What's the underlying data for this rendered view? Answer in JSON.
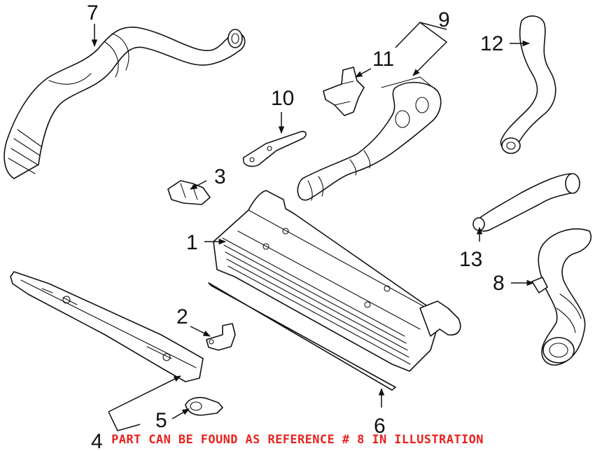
{
  "callouts": [
    {
      "id": "1",
      "label": "1"
    },
    {
      "id": "2",
      "label": "2"
    },
    {
      "id": "3",
      "label": "3"
    },
    {
      "id": "4",
      "label": "4"
    },
    {
      "id": "5",
      "label": "5"
    },
    {
      "id": "6",
      "label": "6"
    },
    {
      "id": "7",
      "label": "7"
    },
    {
      "id": "8",
      "label": "8"
    },
    {
      "id": "9",
      "label": "9"
    },
    {
      "id": "10",
      "label": "10"
    },
    {
      "id": "11",
      "label": "11"
    },
    {
      "id": "12",
      "label": "12"
    },
    {
      "id": "13",
      "label": "13"
    }
  ],
  "note": {
    "text": "PART CAN BE FOUND AS REFERENCE # 8 IN ILLUSTRATION",
    "color": "#e8231e"
  },
  "colors": {
    "line": "#111111",
    "background": "#ffffff"
  }
}
